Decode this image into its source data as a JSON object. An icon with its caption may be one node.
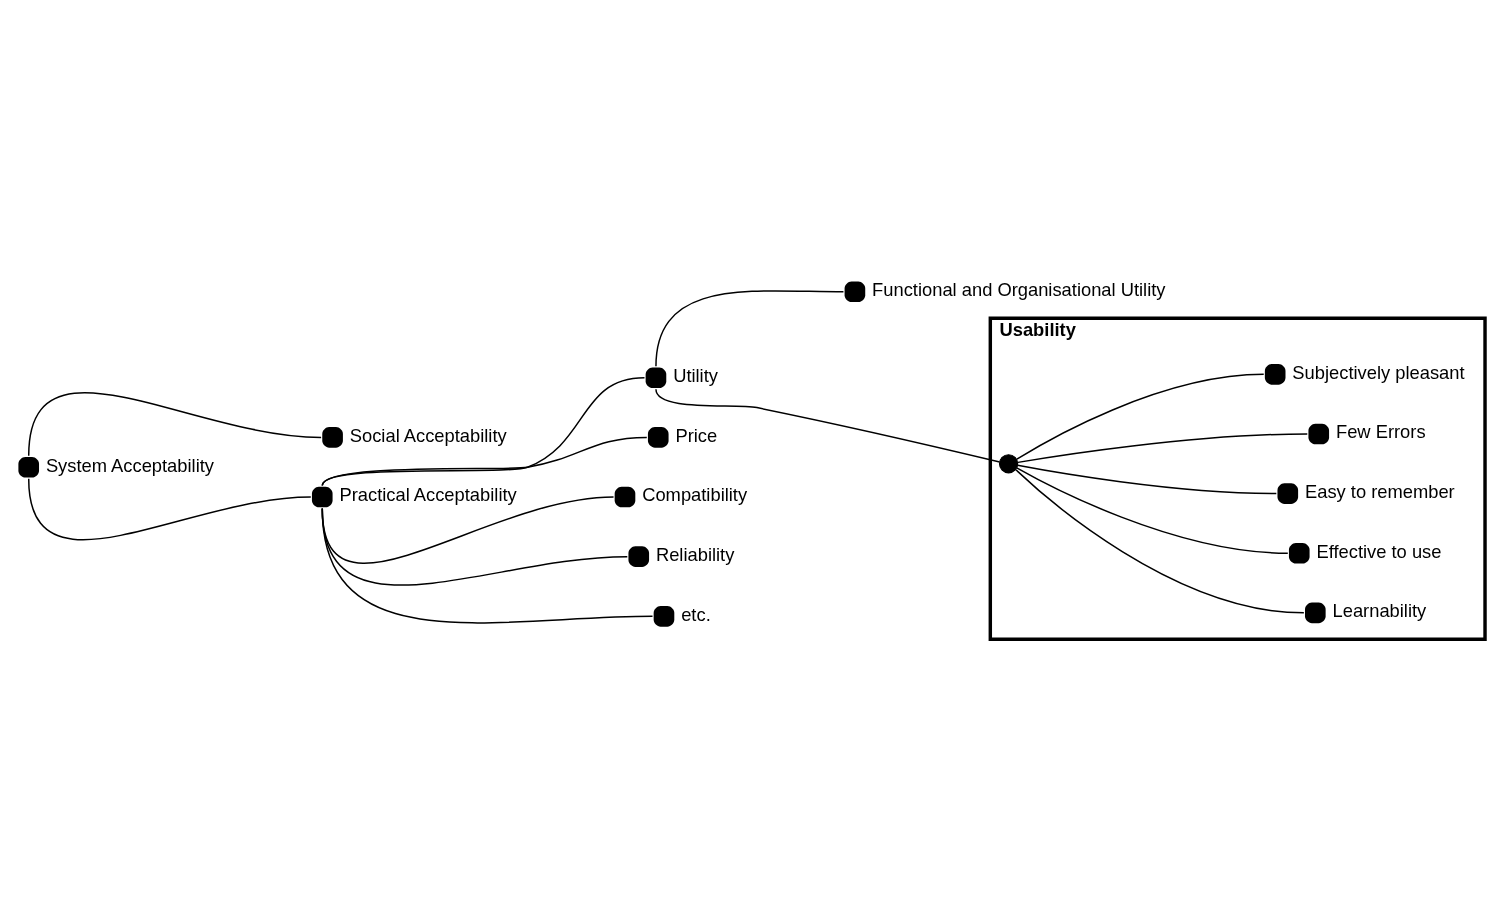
{
  "diagram": {
    "nodes": [
      {
        "text": [
          "Social Acceptability"
        ]
      },
      {
        "text": [
          "System Acceptability"
        ]
      },
      {
        "text": [
          "Practical Acceptability"
        ]
      },
      {
        "text": [
          "Utility"
        ]
      },
      {
        "text": [
          "Functional and Organisational Utility"
        ]
      },
      {
        "text": [
          "Price"
        ]
      },
      {
        "text": [
          "Compatibility"
        ]
      },
      {
        "text": [
          "Reliability"
        ]
      },
      {
        "text": [
          "etc."
        ]
      },
      {
        "text": [
          "Usability"
        ]
      },
      {
        "text": [],
        "shape": "circle",
        "in": 9
      },
      {
        "text": [
          "Learnability"
        ],
        "in": 9
      },
      {
        "text": [
          "Effective to use"
        ],
        "in": 9
      },
      {
        "text": [
          "Easy to remember"
        ],
        "in": 9
      },
      {
        "text": [
          "Few Errors"
        ],
        "in": 9
      },
      {
        "text": [
          "Subjectively pleasant"
        ],
        "in": 9
      }
    ],
    "edges": [
      {
        "from": 1,
        "to": 0,
        "arrow": "none"
      },
      {
        "from": 1,
        "to": 2,
        "arrow": "none"
      },
      {
        "from": 2,
        "to": 3,
        "arrow": "none"
      },
      {
        "from": 3,
        "to": 4,
        "arrow": "none"
      },
      {
        "from": 2,
        "to": 5,
        "arrow": "none"
      },
      {
        "from": 2,
        "to": 6,
        "arrow": "none"
      },
      {
        "from": 2,
        "to": 7,
        "arrow": "none"
      },
      {
        "from": 2,
        "to": 8,
        "arrow": "none"
      },
      {
        "from": 3,
        "to": 10,
        "arrow": "none"
      },
      {
        "from": 10,
        "to": 11,
        "arrow": "none"
      },
      {
        "from": 10,
        "to": 12,
        "arrow": "none"
      },
      {
        "from": 10,
        "to": 13,
        "arrow": "none"
      },
      {
        "from": 10,
        "to": 14,
        "arrow": "none"
      },
      {
        "from": 10,
        "to": 15,
        "arrow": "none"
      }
    ]
  }
}
